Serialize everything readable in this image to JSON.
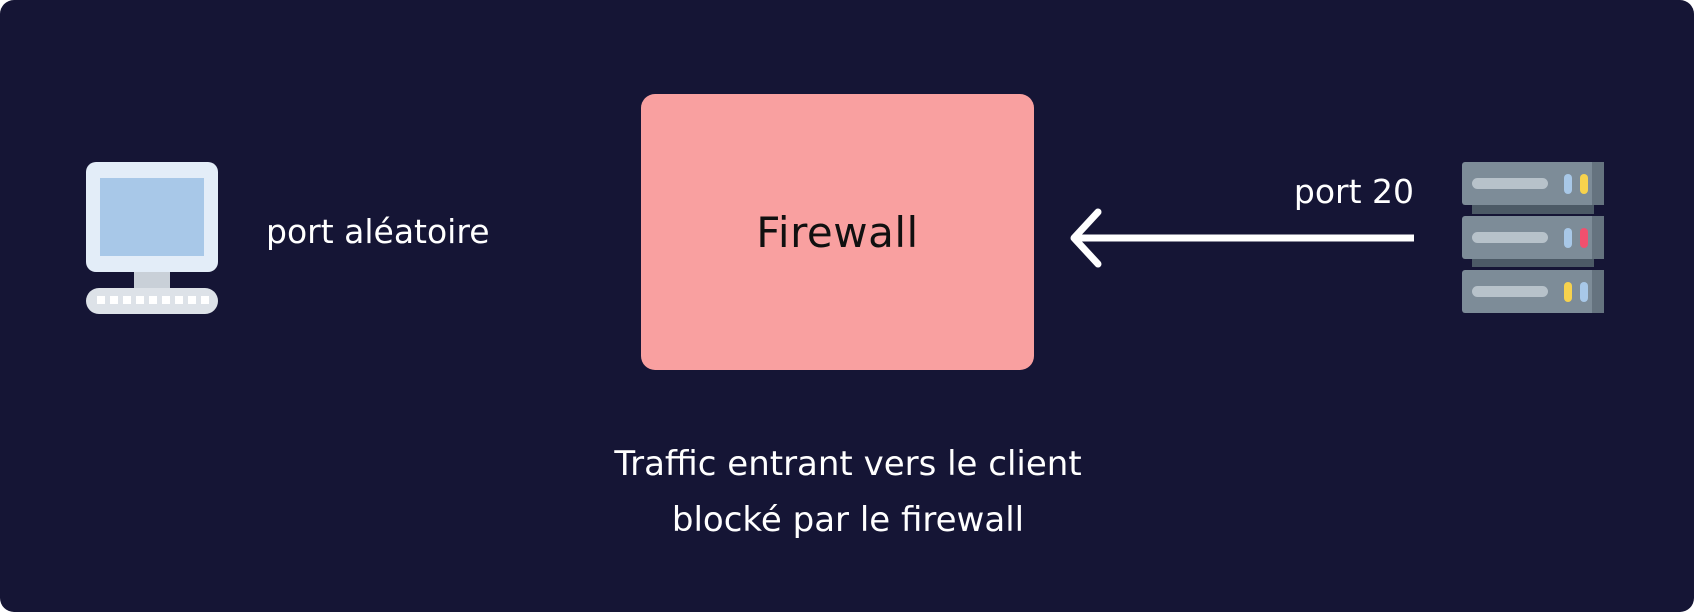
{
  "diagram": {
    "client": {
      "icon": "computer-monitor-icon",
      "port_label": "port aléatoire"
    },
    "firewall": {
      "label": "Firewall",
      "color": "#f9a0a0"
    },
    "server": {
      "icon": "server-rack-icon",
      "port_label": "port 20"
    },
    "arrow": {
      "direction": "left",
      "icon": "arrow-left-icon"
    },
    "caption": {
      "line1": "Traffic entrant vers le client",
      "line2": "blocké par le firewall"
    },
    "colors": {
      "background": "#151535",
      "text": "#ffffff"
    }
  }
}
